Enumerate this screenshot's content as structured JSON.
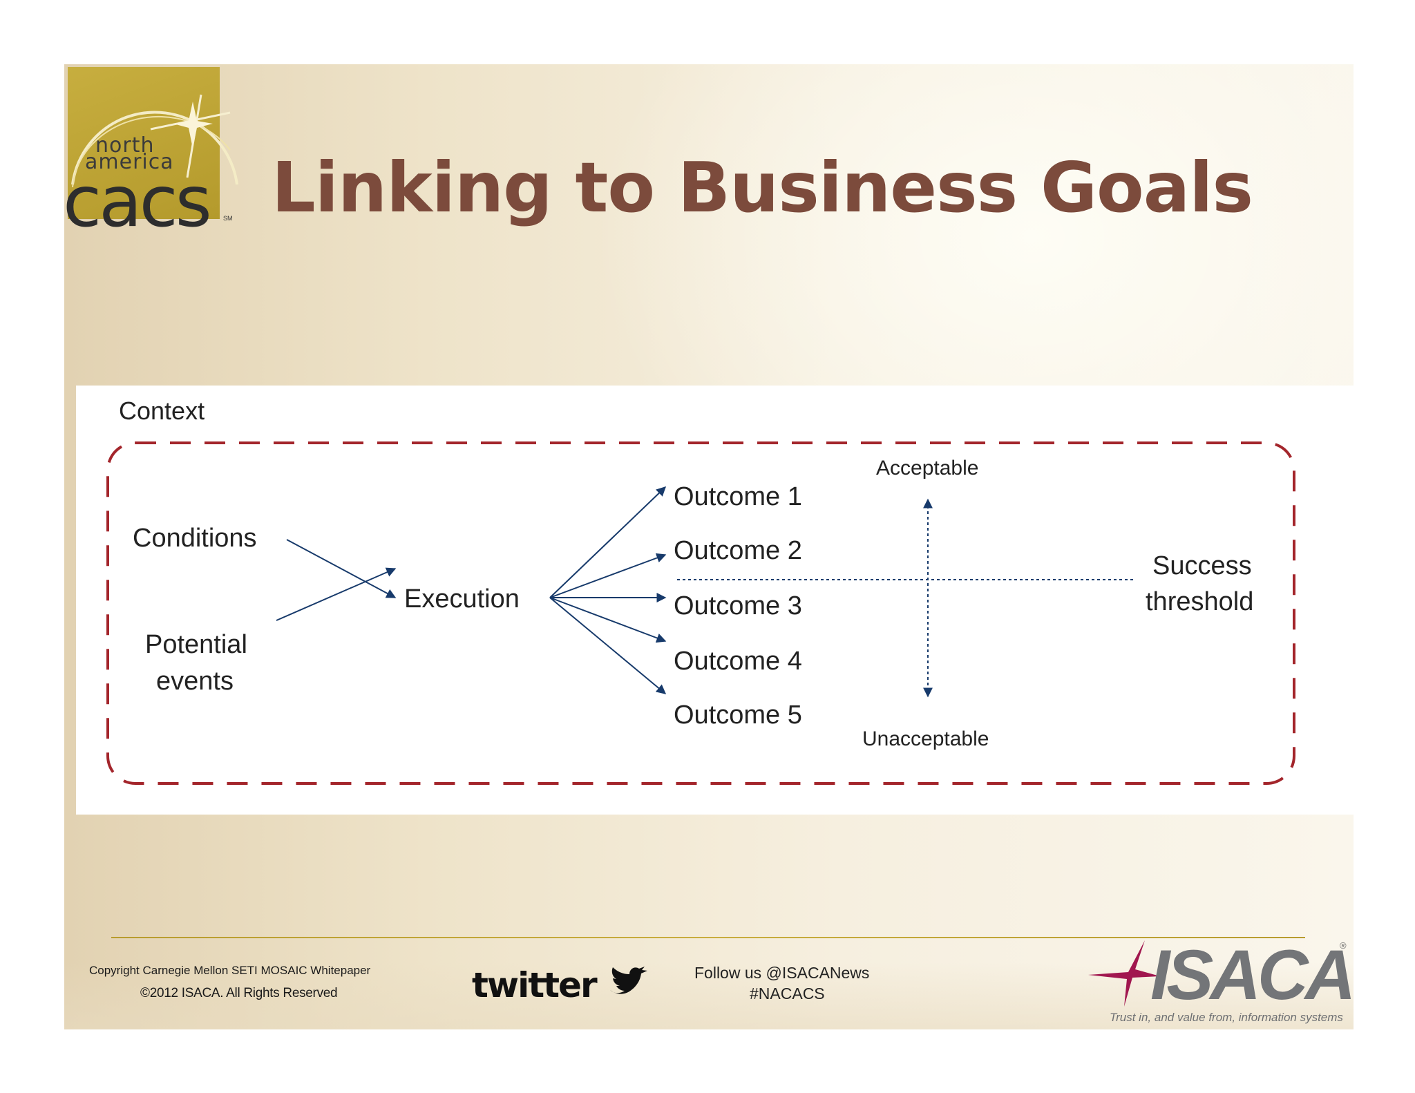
{
  "slide": {
    "title": "Linking to Business Goals",
    "logo": {
      "line1": "north",
      "line2": "america",
      "word": "cacs",
      "mark": "SM"
    }
  },
  "diagram": {
    "context_label": "Context",
    "inputs": [
      "Conditions",
      "Potential",
      "events"
    ],
    "process": "Execution",
    "outcomes": [
      "Outcome 1",
      "Outcome 2",
      "Outcome 3",
      "Outcome 4",
      "Outcome 5"
    ],
    "acceptable": "Acceptable",
    "unacceptable": "Unacceptable",
    "threshold": [
      "Success",
      "threshold"
    ],
    "colors": {
      "border": "#a3252b",
      "arrow": "#173a6b",
      "text": "#222222"
    }
  },
  "footer": {
    "copyright": "Copyright Carnegie Mellon SETI MOSAIC Whitepaper",
    "rights": "©2012 ISACA. All Rights Reserved",
    "twitter": "twitter",
    "follow": "Follow us @ISACANews",
    "hashtag": "#NACACS",
    "isaca": "ISACA",
    "isaca_reg": "®",
    "isaca_tagline": "Trust in, and value from, information systems"
  }
}
